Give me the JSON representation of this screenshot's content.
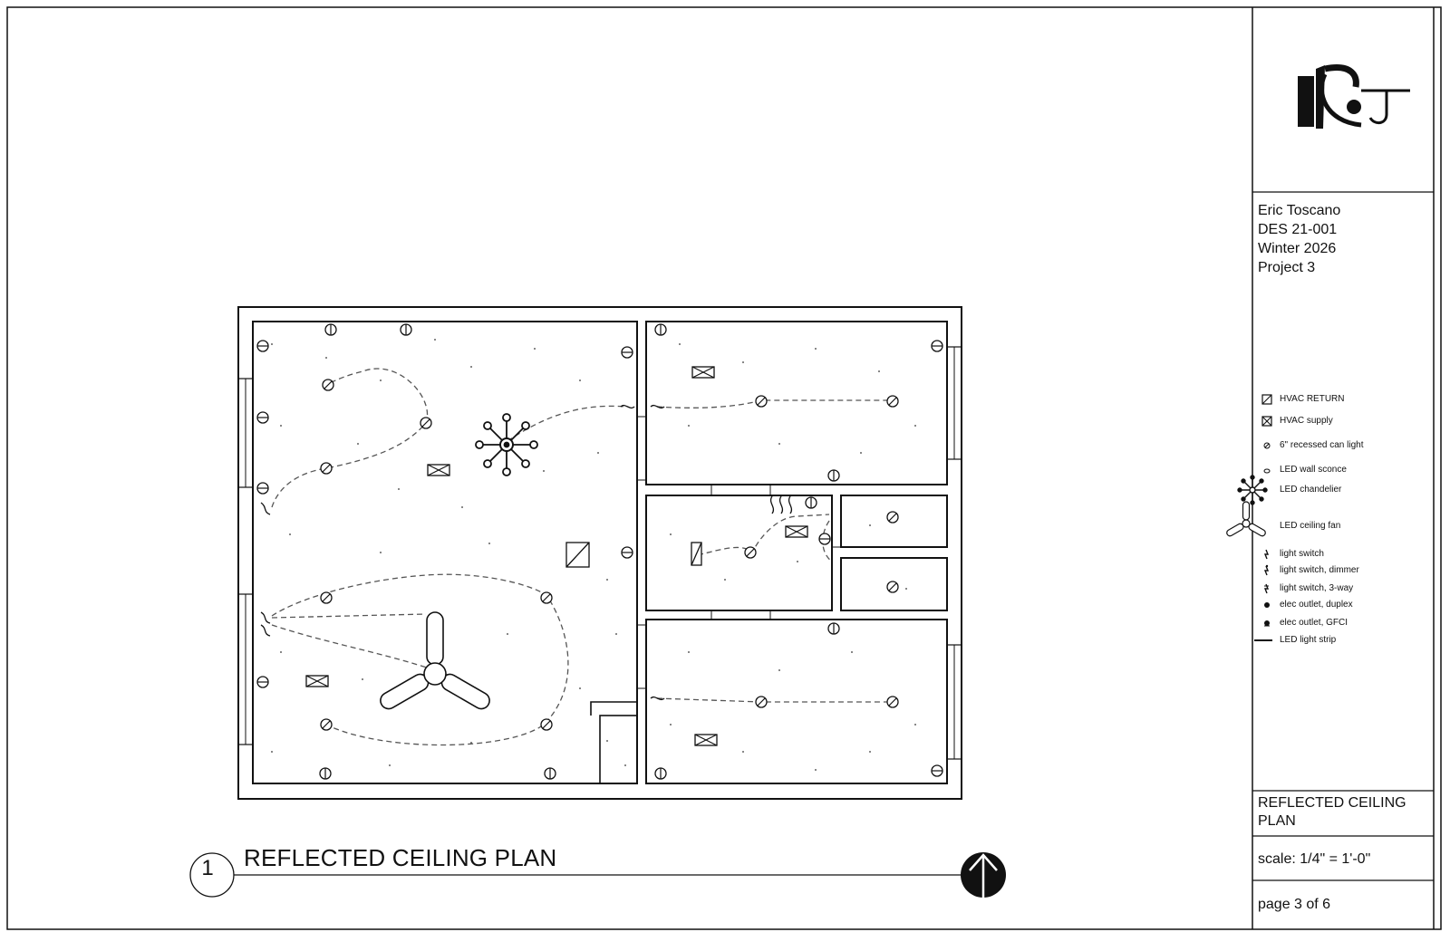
{
  "title_block": {
    "info": [
      "Eric Toscano",
      "DES 21-001",
      "Winter 2026",
      "Project 3"
    ],
    "sheet_title": "REFLECTED CEILING PLAN",
    "scale": "scale:  1/4\" = 1'-0\"",
    "page": "page 3 of 6"
  },
  "drawing": {
    "number": "1",
    "title": "REFLECTED CEILING PLAN"
  },
  "legend": [
    {
      "symbol": "hvac-return-icon",
      "label": "HVAC RETURN"
    },
    {
      "symbol": "hvac-supply-icon",
      "label": "HVAC supply"
    },
    {
      "symbol": "recessed-can-light-icon",
      "label": "6\" recessed can light"
    },
    {
      "symbol": "led-wall-sconce-icon",
      "label": "LED wall sconce"
    },
    {
      "symbol": "led-chandelier-icon",
      "label": "LED chandelier"
    },
    {
      "symbol": "led-ceiling-fan-icon",
      "label": "LED ceiling fan"
    },
    {
      "symbol": "light-switch-icon",
      "label": "light switch"
    },
    {
      "symbol": "light-switch-dimmer-icon",
      "label": "light switch, dimmer"
    },
    {
      "symbol": "light-switch-3way-icon",
      "label": "light switch, 3-way"
    },
    {
      "symbol": "outlet-duplex-icon",
      "label": "elec outlet, duplex"
    },
    {
      "symbol": "outlet-gfci-icon",
      "label": "elec outlet, GFCI"
    },
    {
      "symbol": "led-light-strip-icon",
      "label": "LED light strip"
    }
  ]
}
